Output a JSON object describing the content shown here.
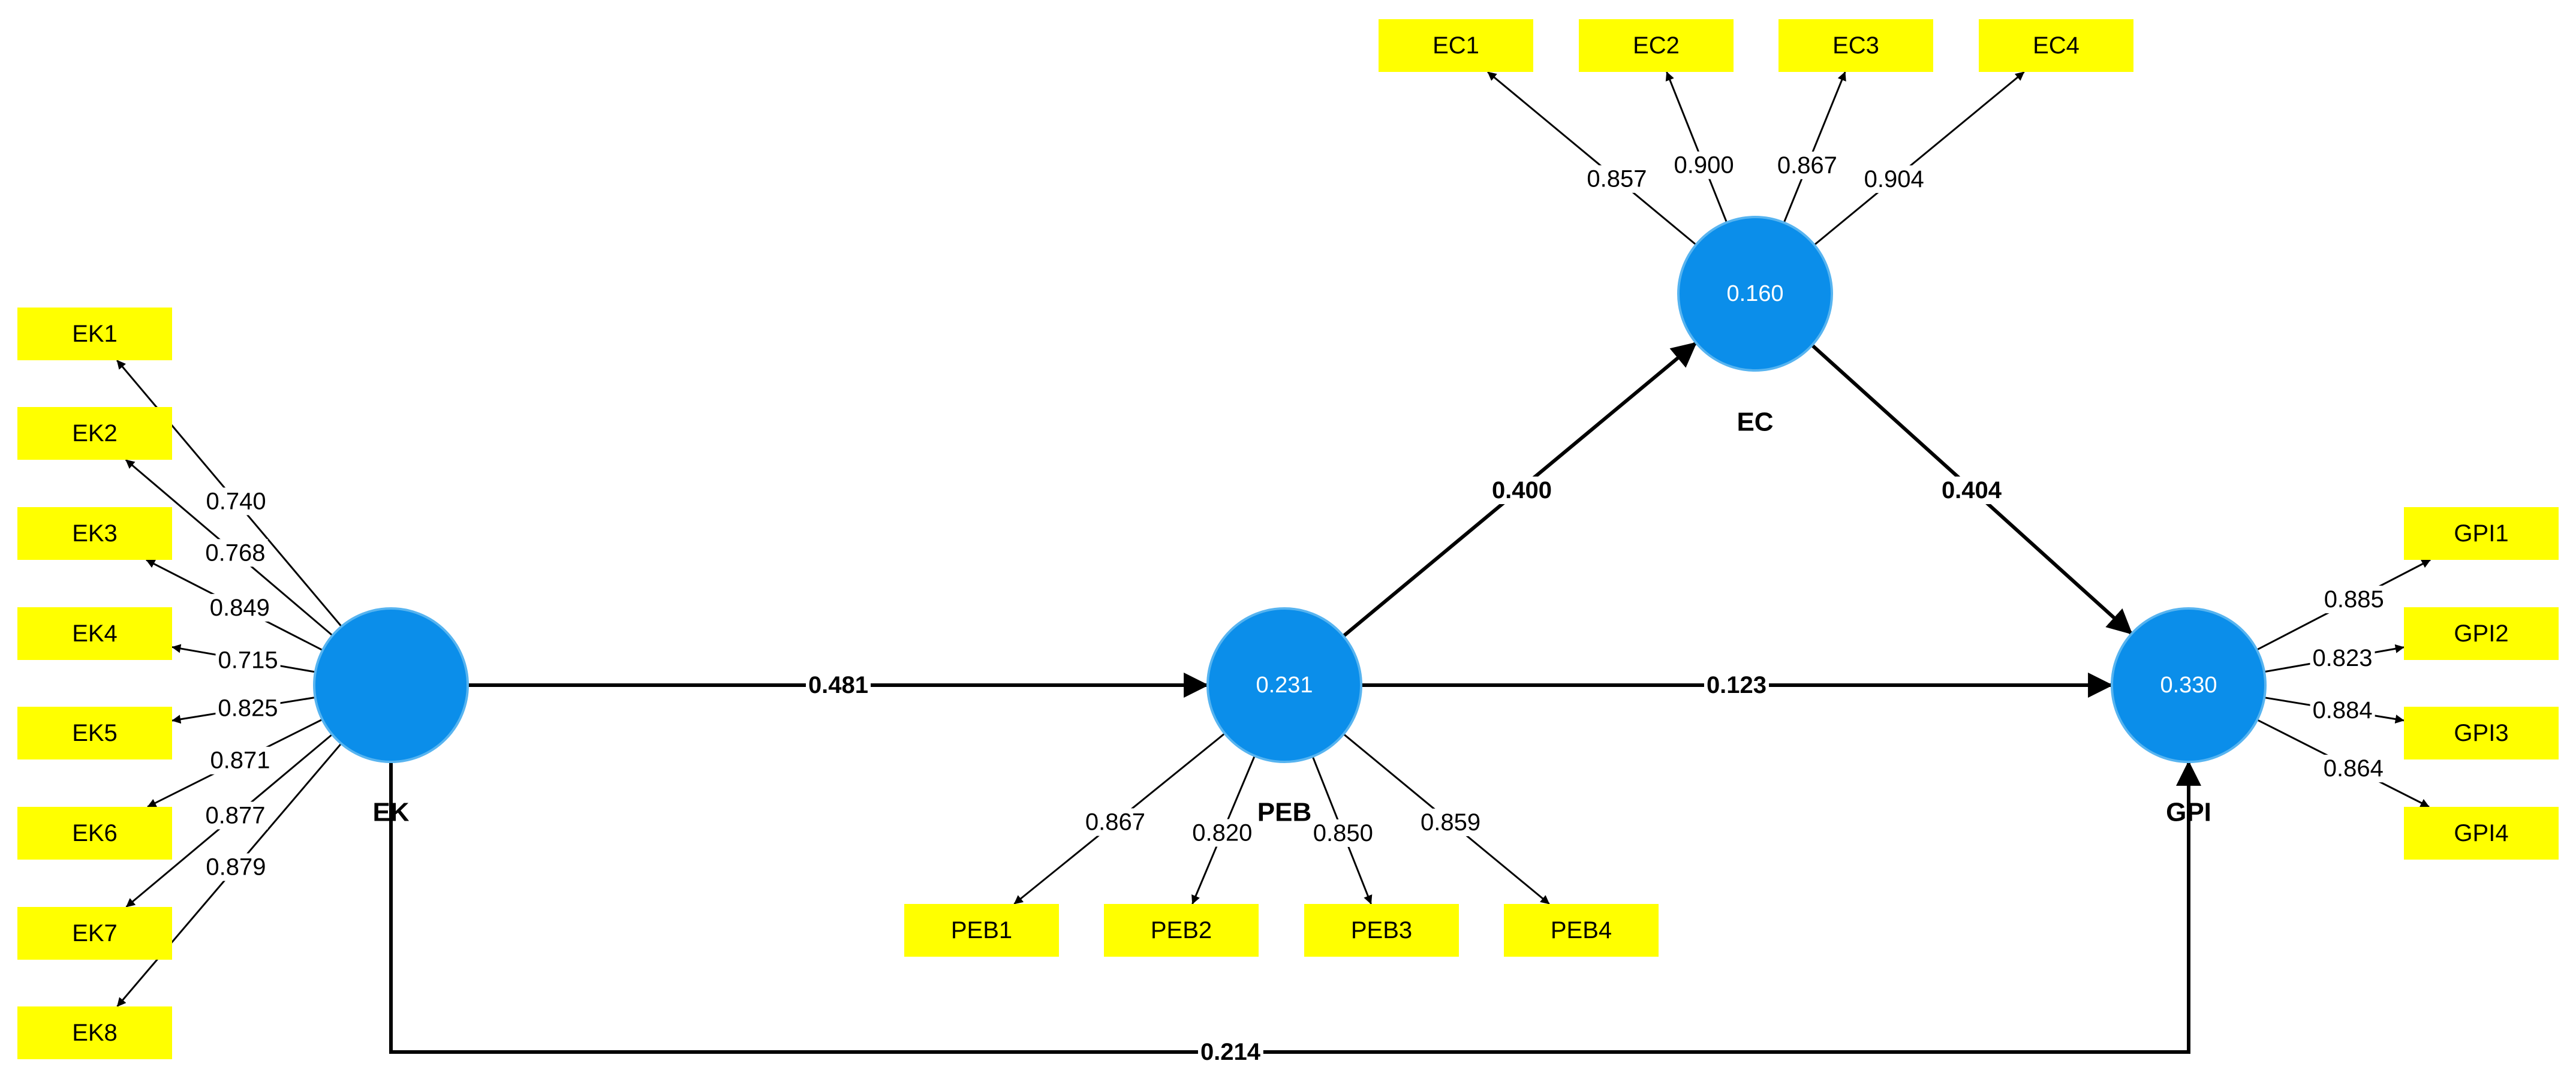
{
  "latent": {
    "EK": {
      "name": "EK",
      "value": ""
    },
    "PEB": {
      "name": "PEB",
      "value": "0.231"
    },
    "EC": {
      "name": "EC",
      "value": "0.160"
    },
    "GPI": {
      "name": "GPI",
      "value": "0.330"
    }
  },
  "indicators": {
    "EK": [
      {
        "name": "EK1",
        "loading": "0.740"
      },
      {
        "name": "EK2",
        "loading": "0.768"
      },
      {
        "name": "EK3",
        "loading": "0.849"
      },
      {
        "name": "EK4",
        "loading": "0.715"
      },
      {
        "name": "EK5",
        "loading": "0.825"
      },
      {
        "name": "EK6",
        "loading": "0.871"
      },
      {
        "name": "EK7",
        "loading": "0.877"
      },
      {
        "name": "EK8",
        "loading": "0.879"
      }
    ],
    "PEB": [
      {
        "name": "PEB1",
        "loading": "0.867"
      },
      {
        "name": "PEB2",
        "loading": "0.820"
      },
      {
        "name": "PEB3",
        "loading": "0.850"
      },
      {
        "name": "PEB4",
        "loading": "0.859"
      }
    ],
    "EC": [
      {
        "name": "EC1",
        "loading": "0.857"
      },
      {
        "name": "EC2",
        "loading": "0.900"
      },
      {
        "name": "EC3",
        "loading": "0.867"
      },
      {
        "name": "EC4",
        "loading": "0.904"
      }
    ],
    "GPI": [
      {
        "name": "GPI1",
        "loading": "0.885"
      },
      {
        "name": "GPI2",
        "loading": "0.823"
      },
      {
        "name": "GPI3",
        "loading": "0.884"
      },
      {
        "name": "GPI4",
        "loading": "0.864"
      }
    ]
  },
  "paths": [
    {
      "from": "EK",
      "to": "PEB",
      "coefficient": "0.481"
    },
    {
      "from": "PEB",
      "to": "EC",
      "coefficient": "0.400"
    },
    {
      "from": "EC",
      "to": "GPI",
      "coefficient": "0.404"
    },
    {
      "from": "PEB",
      "to": "GPI",
      "coefficient": "0.123"
    },
    {
      "from": "EK",
      "to": "GPI",
      "coefficient": "0.214"
    }
  ],
  "colors": {
    "indicator_fill": "#ffff00",
    "latent_fill": "#0b8eea",
    "line": "#000000"
  }
}
